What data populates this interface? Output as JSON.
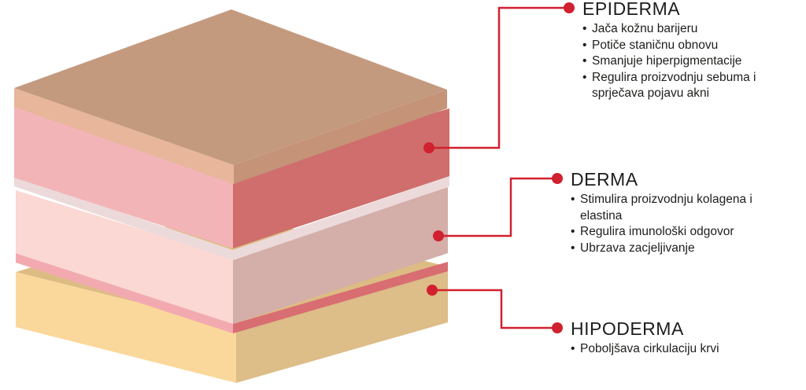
{
  "colors": {
    "connector": "#d1202f",
    "epidermis_top": "#c49a7f",
    "epidermis_edge_light": "#e7b69b",
    "epidermis_edge_dark": "#c59378",
    "epidermis_body_light": "#f3b4b7",
    "epidermis_body_dark": "#cf6e6c",
    "derma_separator": "#ecdada",
    "derma_body_light": "#fbd8d3",
    "derma_body_dark": "#d4aea9",
    "derma_bottom_light": "#f2aab0",
    "derma_bottom_dark": "#d86d72",
    "hypo_top": "#ddbc84",
    "hypo_body_light": "#fad89b",
    "hypo_body_dark": "#ddbd88"
  },
  "layers": [
    {
      "id": "epiderma",
      "title": "EPIDERMA",
      "bullets": [
        "Jača kožnu barijeru",
        "Potiče staničnu obnovu",
        "Smanjuje hiperpigmentacije",
        "Regulira proizvodnju sebuma i",
        "sprječava pojavu akni"
      ]
    },
    {
      "id": "derma",
      "title": "DERMA",
      "bullets": [
        "Stimulira proizvodnju kolagena i",
        "elastina",
        "Regulira imunološki odgovor",
        "Ubrzava zacjeljivanje"
      ]
    },
    {
      "id": "hipoderma",
      "title": "HIPODERMA",
      "bullets": [
        "Poboljšava cirkulaciju krvi"
      ]
    }
  ]
}
